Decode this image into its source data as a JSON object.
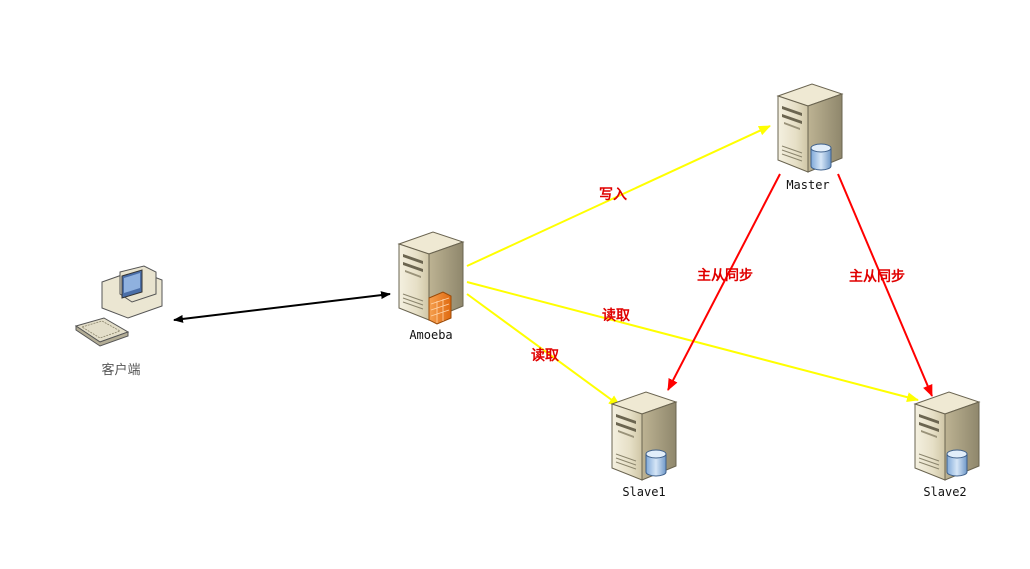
{
  "nodes": {
    "client": {
      "label": "客户端"
    },
    "amoeba": {
      "label": "Amoeba"
    },
    "master": {
      "label": "Master"
    },
    "slave1": {
      "label": "Slave1"
    },
    "slave2": {
      "label": "Slave2"
    }
  },
  "edges": {
    "amoeba_master": {
      "label": "写入",
      "color": "#ffff00"
    },
    "amoeba_slave1": {
      "label": "读取",
      "color": "#ffff00"
    },
    "amoeba_slave2": {
      "label": "读取",
      "color": "#ffff00"
    },
    "master_slave1": {
      "label": "主从同步",
      "color": "#ff0000"
    },
    "master_slave2": {
      "label": "主从同步",
      "color": "#ff0000"
    },
    "client_amoeba": {
      "label": "",
      "color": "#000000"
    }
  }
}
